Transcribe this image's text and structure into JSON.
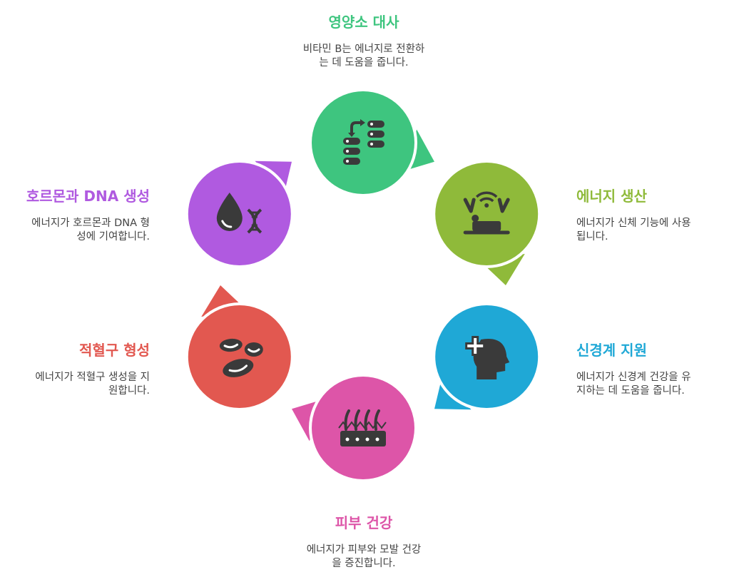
{
  "nodes": [
    {
      "id": "nutrient",
      "title": "영양소 대사",
      "desc_line1": "비타민 B는 에너지로 전환하",
      "desc_line2": "는 데 도움을 줍니다.",
      "color": "#3ec57f",
      "icon": "data-transfer-icon"
    },
    {
      "id": "energy",
      "title": "에너지 생산",
      "desc_line1": "에너지가 신체 기능에 사용",
      "desc_line2": "됩니다.",
      "color": "#8fba3a",
      "icon": "robot-arms-icon"
    },
    {
      "id": "nerve",
      "title": "신경계 지원",
      "desc_line1": "에너지가 신경계 건강을 유",
      "desc_line2": "지하는 데 도움을 줍니다.",
      "color": "#1fa8d6",
      "icon": "head-plus-icon"
    },
    {
      "id": "skin",
      "title": "피부 건강",
      "desc_line1": "에너지가 피부와 모발 건강",
      "desc_line2": "을 증진합니다.",
      "color": "#dd55a8",
      "icon": "skin-hair-icon"
    },
    {
      "id": "blood",
      "title": "적혈구 형성",
      "desc_line1": "에너지가 적혈구 생성을 지",
      "desc_line2": "원합니다.",
      "color": "#e25850",
      "icon": "red-blood-cells-icon"
    },
    {
      "id": "hormone",
      "title": "호르몬과 DNA 생성",
      "desc_line1": "에너지가 호르몬과 DNA 형",
      "desc_line2": "성에 기여합니다.",
      "color": "#b05ae0",
      "icon": "drop-dna-icon"
    }
  ]
}
